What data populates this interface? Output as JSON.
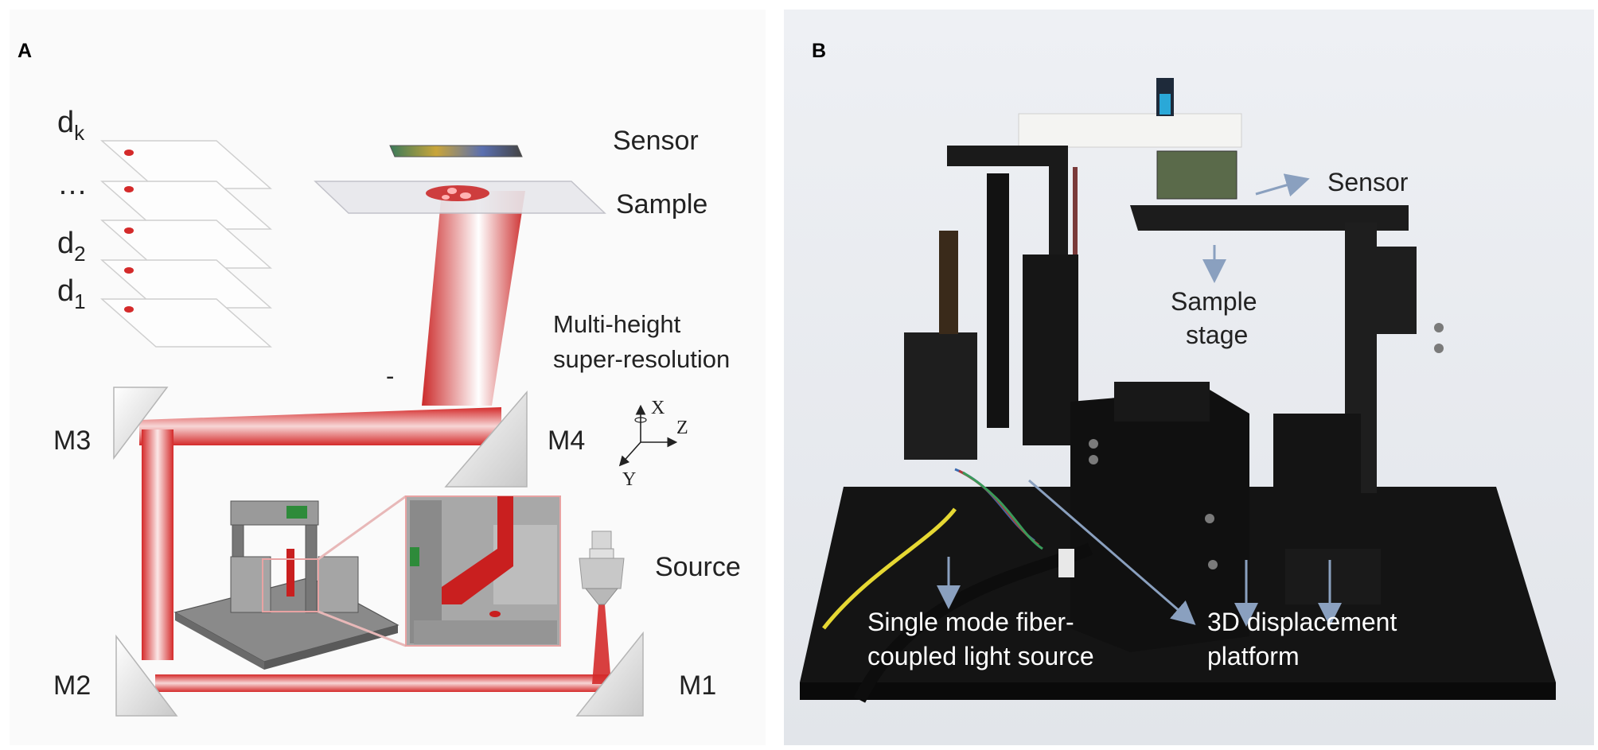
{
  "panel_a": {
    "letter": "A",
    "layer_labels": {
      "dk_base": "d",
      "dk_sub": "k",
      "dots": "…",
      "d2_base": "d",
      "d2_sub": "2",
      "d1_base": "d",
      "d1_sub": "1"
    },
    "sensor": "Sensor",
    "sample": "Sample",
    "method_line1": "Multi-height",
    "method_line2": "super-resolution",
    "mirrors": {
      "m1": "M1",
      "m2": "M2",
      "m3": "M3",
      "m4": "M4"
    },
    "axes": {
      "x": "X",
      "y": "Y",
      "z": "Z"
    },
    "source": "Source",
    "dash": "-",
    "beam_color": "#d42a2a"
  },
  "panel_b": {
    "letter": "B",
    "sensor": "Sensor",
    "stage_line1": "Sample",
    "stage_line2": "stage",
    "fiber_line1": "Single mode fiber-",
    "fiber_line2": "coupled light source",
    "platform_line1": "3D displacement",
    "platform_line2": "platform",
    "arrow_color": "#8aa0bf",
    "background_color": "#eceef2"
  }
}
